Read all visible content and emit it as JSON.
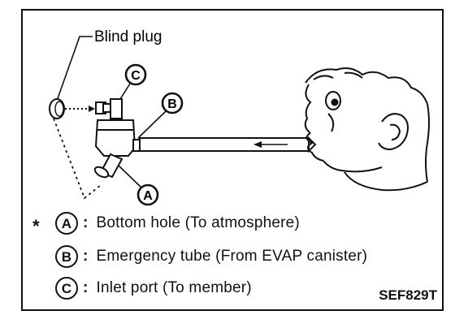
{
  "labels": {
    "blind_plug": "Blind plug",
    "marker_a": "A",
    "marker_b": "B",
    "marker_c": "C"
  },
  "legend": {
    "asterisk": "*",
    "separator": ":",
    "items": [
      {
        "letter": "A",
        "text": "Bottom hole (To atmosphere)"
      },
      {
        "letter": "B",
        "text": "Emergency tube (From EVAP canister)"
      },
      {
        "letter": "C",
        "text": "Inlet port (To member)"
      }
    ]
  },
  "figure_code": "SEF829T"
}
